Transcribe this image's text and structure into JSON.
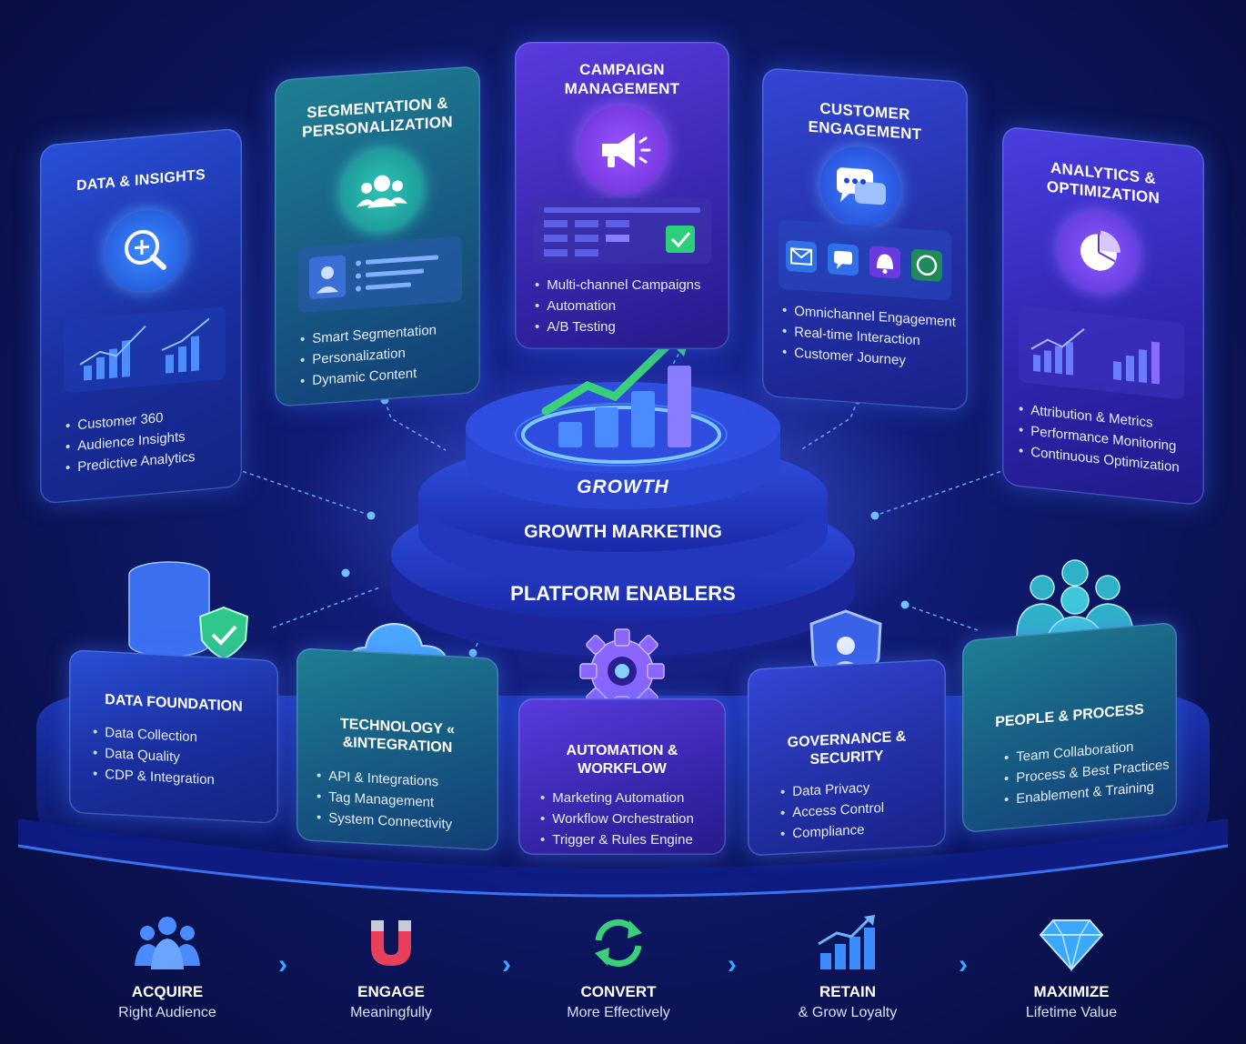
{
  "top_pillars": [
    {
      "title": "Data & Insights",
      "items": [
        "Customer 360",
        "Audience Insights",
        "Predictive Analytics"
      ],
      "icon": "magnify-plus-icon"
    },
    {
      "title": "Segmentation & Personalization",
      "items": [
        "Smart Segmentation",
        "Personalization",
        "Dynamic Content"
      ],
      "icon": "people-group-icon"
    },
    {
      "title": "Campaign Management",
      "items": [
        "Multi-channel Campaigns",
        "Automation",
        "A/B Testing"
      ],
      "icon": "megaphone-icon"
    },
    {
      "title": "Customer Engagement",
      "items": [
        "Omnichannel Engagement",
        "Real-time Interaction",
        "Customer Journey"
      ],
      "icon": "chat-bubbles-icon"
    },
    {
      "title": "Analytics & Optimization",
      "items": [
        "Attribution & Metrics",
        "Performance Monitoring",
        "Continuous Optimization"
      ],
      "icon": "pie-chart-icon"
    }
  ],
  "center": {
    "growth_label": "GROWTH",
    "tier2_label": "GROWTH MARKETING",
    "tier3_label": "PLATFORM ENABLERS"
  },
  "enablers": [
    {
      "title": "Data Foundation",
      "items": [
        "Data Collection",
        "Data Quality",
        "CDP & Integration"
      ],
      "icon": "database-shield-icon"
    },
    {
      "title": "Technology « &Integration",
      "items": [
        "API & Integrations",
        "Tag Management",
        "System Connectivity"
      ],
      "icon": "cloud-gear-icon"
    },
    {
      "title": "Automation & Workflow",
      "items": [
        "Marketing Automation",
        "Workflow Orchestration",
        "Trigger & Rules Engine"
      ],
      "icon": "gear-icon"
    },
    {
      "title": "Governance & Security",
      "items": [
        "Data Privacy",
        "Access Control",
        "Compliance"
      ],
      "icon": "shield-user-icon"
    },
    {
      "title": "People & Process",
      "items": [
        "Team Collaboration",
        "Process & Best Practices",
        "Enablement & Training"
      ],
      "icon": "team-icon"
    }
  ],
  "journey": [
    {
      "name": "ACQUIRE",
      "sub": "Right Audience",
      "icon": "people-icon",
      "color": "#4a8cff"
    },
    {
      "name": "ENGAGE",
      "sub": "Meaningfully",
      "icon": "magnet-icon",
      "color": "#e8405a"
    },
    {
      "name": "CONVERT",
      "sub": "More Effectively",
      "icon": "refresh-icon",
      "color": "#3ad07a"
    },
    {
      "name": "RETAIN",
      "sub": "& Grow Loyalty",
      "icon": "bar-growth-icon",
      "color": "#3a8cff"
    },
    {
      "name": "MAXIMIZE",
      "sub": "Lifetime Value",
      "icon": "diamond-icon",
      "color": "#3aa8ff"
    }
  ],
  "colors": {
    "accent_blue": "#39a6ff",
    "growth_arrow": "#3ad07a",
    "glow": "#4f7dff"
  }
}
